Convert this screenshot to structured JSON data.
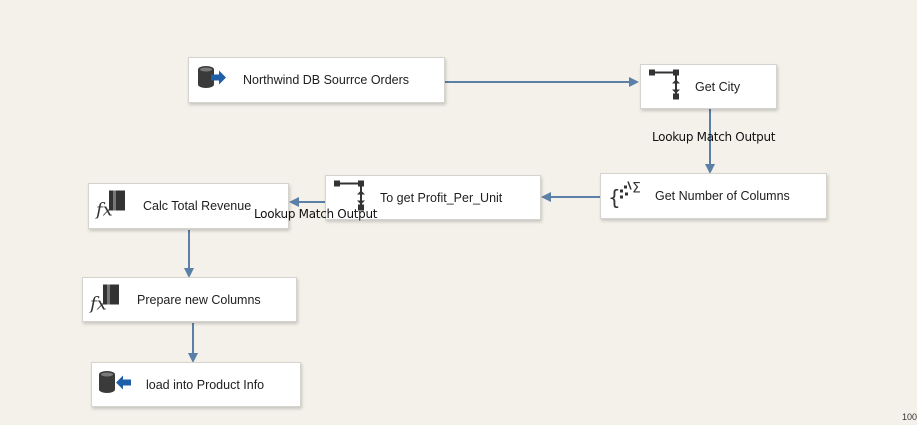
{
  "nodes": {
    "source": {
      "label": "Northwind DB Sourrce Orders",
      "icon": "database-source-icon"
    },
    "get_city": {
      "label": "Get City",
      "icon": "lookup-icon"
    },
    "get_num_cols": {
      "label": "Get Number of Columns",
      "icon": "aggregate-icon"
    },
    "profit": {
      "label": "To get Profit_Per_Unit",
      "icon": "lookup-icon"
    },
    "calc_revenue": {
      "label": "Calc Total Revenue",
      "icon": "derived-column-icon"
    },
    "prepare_cols": {
      "label": "Prepare new Columns",
      "icon": "derived-column-icon"
    },
    "load": {
      "label": "load into Product Info",
      "icon": "database-destination-icon"
    }
  },
  "edges": {
    "lookup_match_1": "Lookup Match Output",
    "lookup_match_2": "Lookup Match Output"
  },
  "zoom": "100",
  "colors": {
    "connector": "#5b7fa6",
    "canvas": "#f4f1ea"
  }
}
